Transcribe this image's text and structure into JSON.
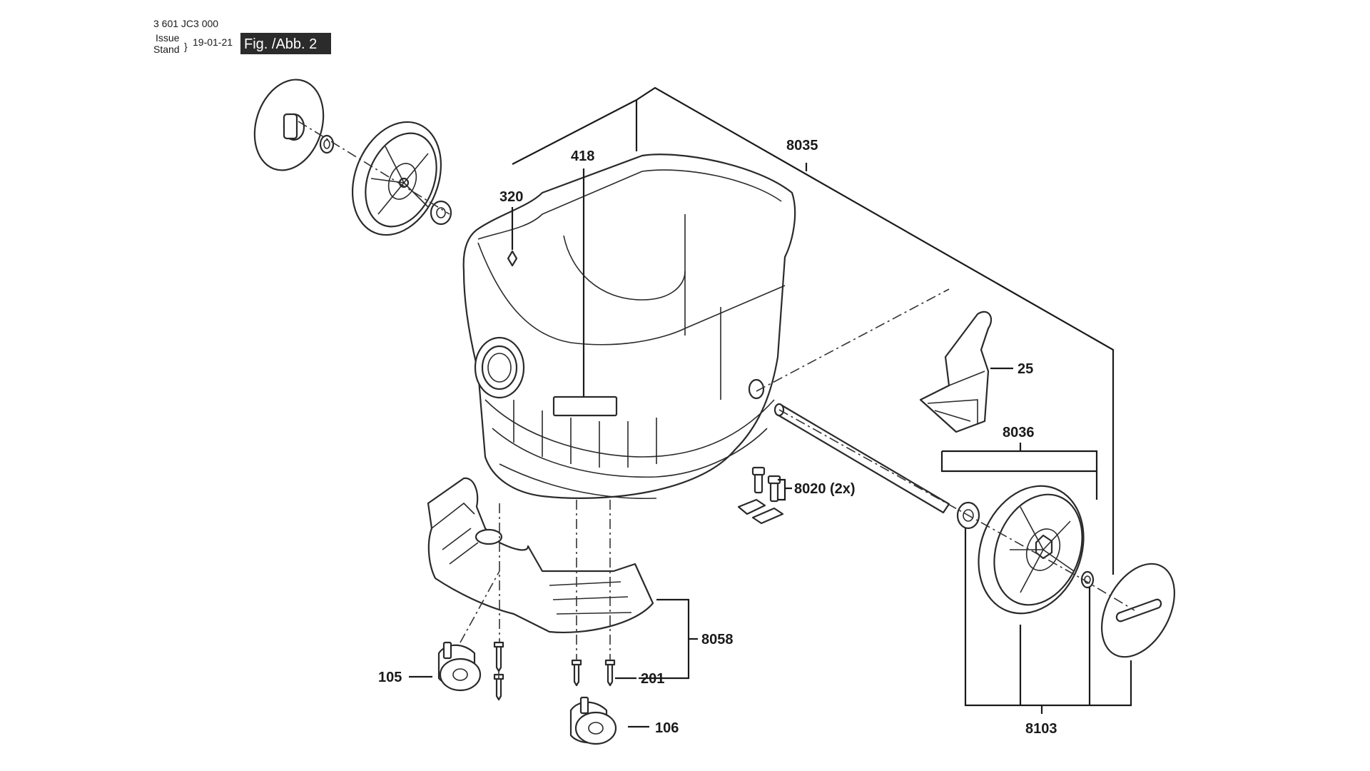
{
  "header": {
    "doc_number": "3 601 JC3 000",
    "issue_label": "Issue",
    "stand_label": "Stand",
    "date": "19-01-21",
    "figure_label": "Fig. /Abb. 2"
  },
  "callouts": {
    "c418": "418",
    "c320": "320",
    "c8035": "8035",
    "c25": "25",
    "c8036": "8036",
    "c8020": "8020",
    "c8020_qty": "(2x)",
    "c8058": "8058",
    "c105": "105",
    "c201": "201",
    "c106": "106",
    "c8103": "8103"
  }
}
